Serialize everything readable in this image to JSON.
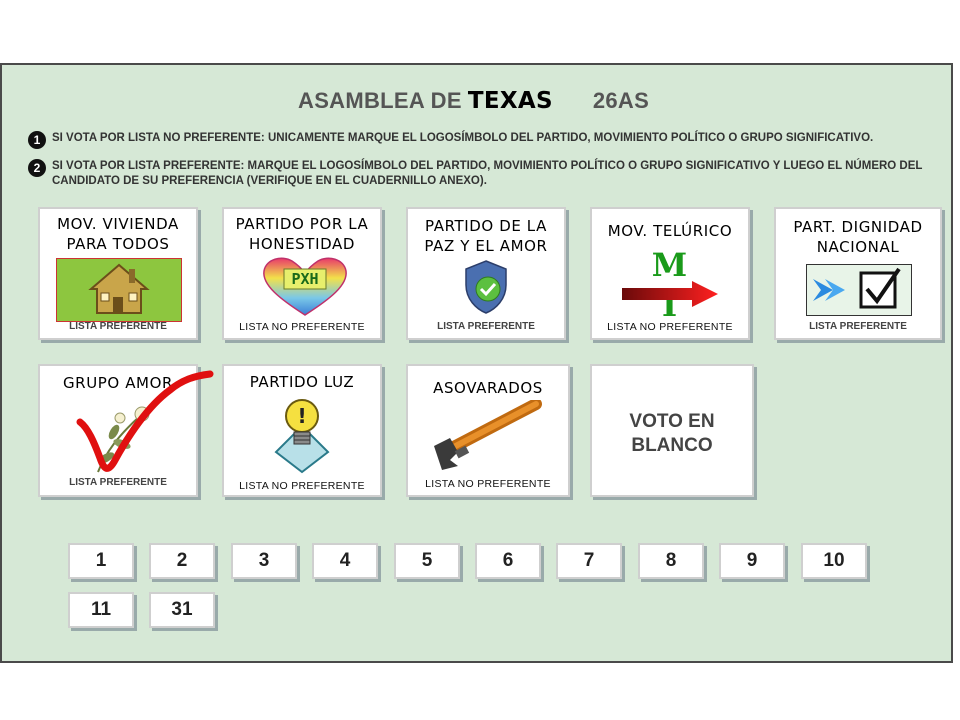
{
  "title": {
    "prefix": "ASAMBLEA DE",
    "state": "TEXAS",
    "code": "26AS"
  },
  "instructions": [
    {
      "num": "1",
      "text": "SI VOTA POR LISTA NO PREFERENTE: UNICAMENTE MARQUE EL LOGOSÍMBOLO DEL PARTIDO, MOVIMIENTO POLÍTICO O GRUPO SIGNIFICATIVO."
    },
    {
      "num": "2",
      "text": "SI VOTA POR LISTA PREFERENTE: MARQUE EL LOGOSÍMBOLO DEL PARTIDO, MOVIMIENTO POLÍTICO O GRUPO SIGNIFICATIVO Y LUEGO EL NÚMERO DEL CANDIDATO DE SU PREFERENCIA (VERIFIQUE EN EL CUADERNILLO ANEXO)."
    }
  ],
  "parties": [
    {
      "name1": "MOV. VIVIENDA",
      "name2": "PARA TODOS",
      "list": "LISTA PREFERENTE",
      "icon": "house-icon"
    },
    {
      "name1": "PARTIDO POR LA",
      "name2": "HONESTIDAD",
      "list": "LISTA NO PREFERENTE",
      "icon": "heart-logo-icon",
      "logo_text": "PXH"
    },
    {
      "name1": "PARTIDO DE LA",
      "name2": "PAZ Y EL AMOR",
      "list": "LISTA PREFERENTE",
      "icon": "shield-check-icon"
    },
    {
      "name1": "MOV.  TELÚRICO",
      "name2": "",
      "list": "LISTA NO PREFERENTE",
      "icon": "arrow-icon",
      "logo_text": "M T"
    },
    {
      "name1": "PART.  DIGNIDAD",
      "name2": "NACIONAL",
      "list": "LISTA PREFERENTE",
      "icon": "checkbox-icon"
    },
    {
      "name1": "GRUPO AMOR",
      "name2": "",
      "list": "LISTA PREFERENTE",
      "icon": "flower-icon"
    },
    {
      "name1": "PARTIDO LUZ",
      "name2": "",
      "list": "LISTA NO PREFERENTE",
      "icon": "lightbulb-icon"
    },
    {
      "name1": "ASOVARADOS",
      "name2": "",
      "list": "LISTA NO PREFERENTE",
      "icon": "wrench-icon"
    }
  ],
  "blank_vote": {
    "line1": "VOTO EN",
    "line2": "BLANCO"
  },
  "candidate_numbers": [
    "1",
    "2",
    "3",
    "4",
    "5",
    "6",
    "7",
    "8",
    "9",
    "10",
    "11",
    "31"
  ],
  "colors": {
    "background": "#d6e8d6",
    "mark": "#e01010",
    "house_bg": "#8dc63f"
  }
}
